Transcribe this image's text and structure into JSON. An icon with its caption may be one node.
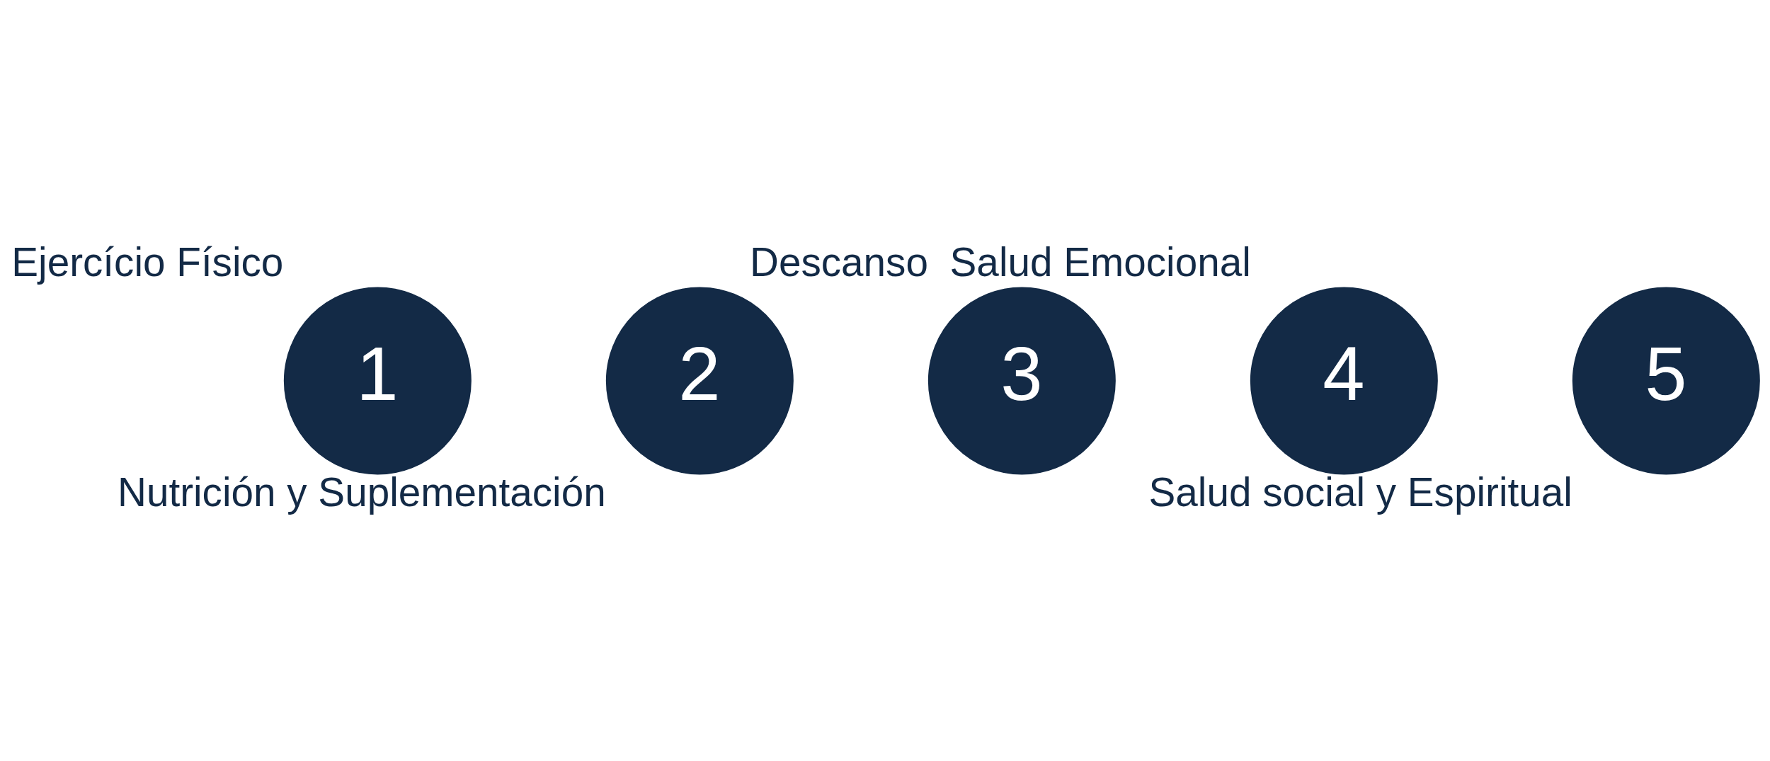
{
  "diagram": {
    "nodes": [
      {
        "text": [
          "1"
        ],
        "beside": [
          "Ejercício Físico"
        ]
      },
      {
        "text": [
          "2"
        ],
        "beside": [
          "Nutrición y Suplementación"
        ]
      },
      {
        "text": [
          "3"
        ],
        "beside": [
          "Descanso"
        ]
      },
      {
        "text": [
          "4"
        ],
        "beside": [
          "Salud Emocional"
        ]
      },
      {
        "text": [
          "5"
        ],
        "beside": [
          "Salud social y Espiritual"
        ]
      }
    ],
    "edges": []
  }
}
